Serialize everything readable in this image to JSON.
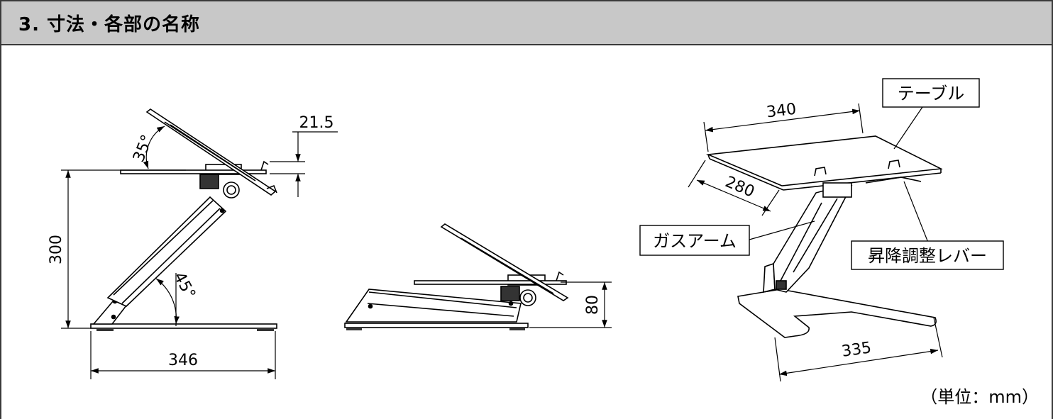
{
  "header": {
    "title": "3. 寸法・各部の名称"
  },
  "dimensions": {
    "angle_top": "35°",
    "table_thickness": "21.5",
    "height": "300",
    "angle_arm": "45°",
    "base_width": "346",
    "folded_height": "80",
    "table_width": "340",
    "table_depth": "280",
    "base_depth": "335"
  },
  "parts": {
    "table": "テーブル",
    "gas_arm": "ガスアーム",
    "lever": "昇降調整レバー"
  },
  "unit_note": "（単位：mm）"
}
